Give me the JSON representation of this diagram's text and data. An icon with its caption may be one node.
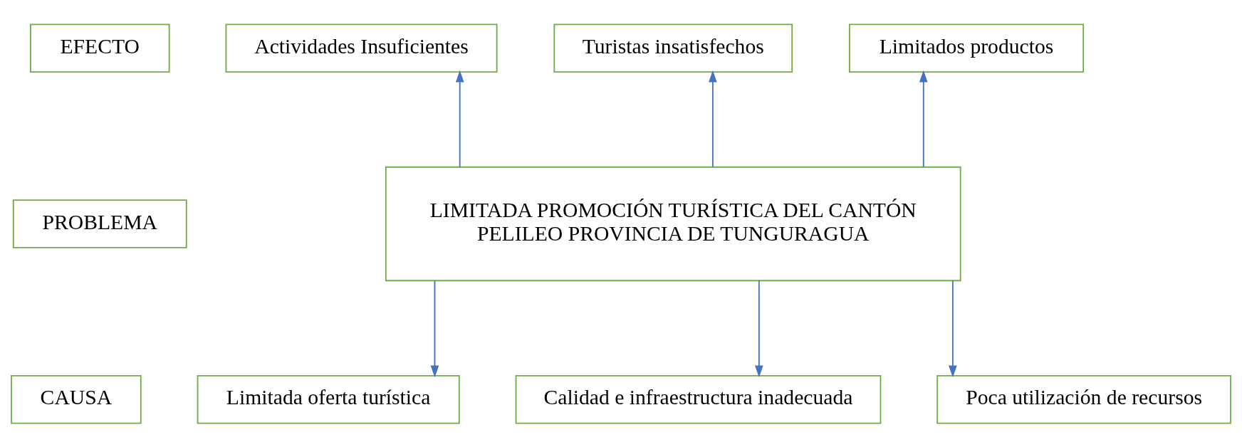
{
  "diagram": {
    "nodes": [
      {
        "text": [
          "Actividades Insuficientes"
        ]
      },
      {
        "text": [
          "Turistas insatisfechos"
        ]
      },
      {
        "text": [
          "Limitados productos"
        ]
      },
      {
        "text": [
          "EFECTO"
        ]
      },
      {
        "text": [
          "PROBLEMA"
        ]
      },
      {
        "text": [
          "LIMITADA PROMOCIÓN TURÍSTICA DEL CANTÓN PELILEO PROVINCIA DE TUNGURAGUA"
        ]
      },
      {
        "text": [
          "CAUSA"
        ]
      },
      {
        "text": [
          "Limitada oferta turística"
        ]
      },
      {
        "text": [
          "Calidad e infraestructura inadecuada"
        ]
      },
      {
        "text": [
          "Poca utilización de recursos"
        ]
      }
    ],
    "edges": [
      {
        "from": 5,
        "to": 0,
        "arrow": "to"
      },
      {
        "from": 5,
        "to": 1,
        "arrow": "to"
      },
      {
        "from": 5,
        "to": 2,
        "arrow": "to"
      },
      {
        "from": 5,
        "to": 7,
        "arrow": "to"
      },
      {
        "from": 5,
        "to": 8,
        "arrow": "to"
      },
      {
        "from": 5,
        "to": 9,
        "arrow": "to"
      }
    ]
  }
}
